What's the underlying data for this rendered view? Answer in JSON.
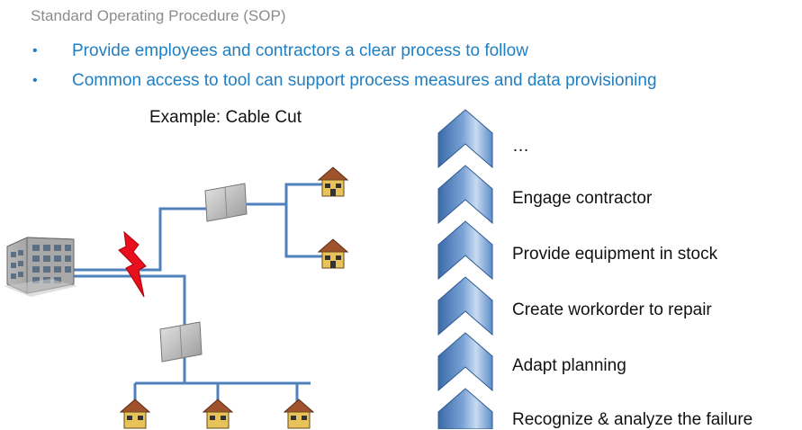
{
  "slide": {
    "title": "Standard Operating Procedure (SOP)",
    "bullets": [
      "Provide employees and contractors a clear process to follow",
      "Common access to tool can support process measures and data provisioning"
    ],
    "bullet_glyph": "•",
    "example_label": "Example:  Cable Cut"
  },
  "steps": [
    "…",
    "Engage contractor",
    "Provide equipment in stock",
    "Create workorder to repair",
    "Adapt planning",
    "Recognize & analyze the failure"
  ],
  "colors": {
    "title": "#8c8c8c",
    "bullet_text": "#1f7fc4",
    "cable": "#4f81bd",
    "chevron_fill": "#4f81bd",
    "chevron_highlight": "#dbe6f4",
    "lightning": "#e8101c",
    "house_roof": "#a0522d"
  },
  "icons": {
    "main_building": "office-building-icon",
    "cabinet": "distribution-cabinet-icon",
    "house": "house-icon",
    "failure": "lightning-bolt-icon"
  }
}
